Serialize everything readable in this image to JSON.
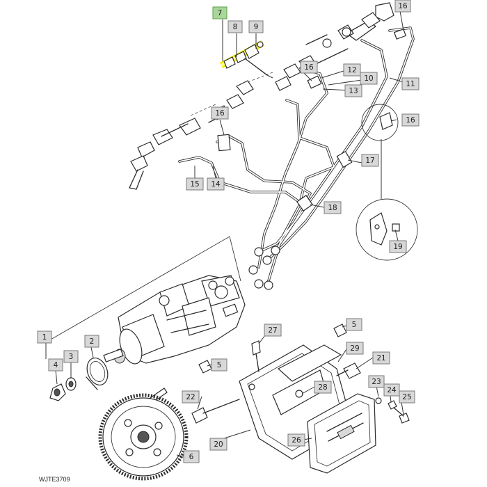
{
  "figure": {
    "code": "WJTE3709"
  },
  "colors": {
    "highlight": "#f5ee00",
    "highlight_fill": "#fffb86",
    "tag_fill": "#d8d8d8",
    "tag_selected": "#a9d79a"
  },
  "callouts": [
    {
      "id": "c7",
      "label": "7",
      "selected": true
    },
    {
      "id": "c8",
      "label": "8"
    },
    {
      "id": "c9",
      "label": "9"
    },
    {
      "id": "c16a",
      "label": "16"
    },
    {
      "id": "c16b",
      "label": "16"
    },
    {
      "id": "c12",
      "label": "12"
    },
    {
      "id": "c10",
      "label": "10"
    },
    {
      "id": "c11",
      "label": "11"
    },
    {
      "id": "c13",
      "label": "13"
    },
    {
      "id": "c16c",
      "label": "16"
    },
    {
      "id": "c16d",
      "label": "16"
    },
    {
      "id": "c17",
      "label": "17"
    },
    {
      "id": "c15",
      "label": "15"
    },
    {
      "id": "c14",
      "label": "14"
    },
    {
      "id": "c18",
      "label": "18"
    },
    {
      "id": "c19",
      "label": "19"
    },
    {
      "id": "c1",
      "label": "1"
    },
    {
      "id": "c2",
      "label": "2"
    },
    {
      "id": "c3",
      "label": "3"
    },
    {
      "id": "c4",
      "label": "4"
    },
    {
      "id": "c5a",
      "label": "5"
    },
    {
      "id": "c5b",
      "label": "5"
    },
    {
      "id": "c27",
      "label": "27"
    },
    {
      "id": "c29",
      "label": "29"
    },
    {
      "id": "c21",
      "label": "21"
    },
    {
      "id": "c28",
      "label": "28"
    },
    {
      "id": "c22",
      "label": "22"
    },
    {
      "id": "c23",
      "label": "23"
    },
    {
      "id": "c24",
      "label": "24"
    },
    {
      "id": "c25",
      "label": "25"
    },
    {
      "id": "c20",
      "label": "20"
    },
    {
      "id": "c26",
      "label": "26"
    },
    {
      "id": "c6",
      "label": "6"
    }
  ]
}
